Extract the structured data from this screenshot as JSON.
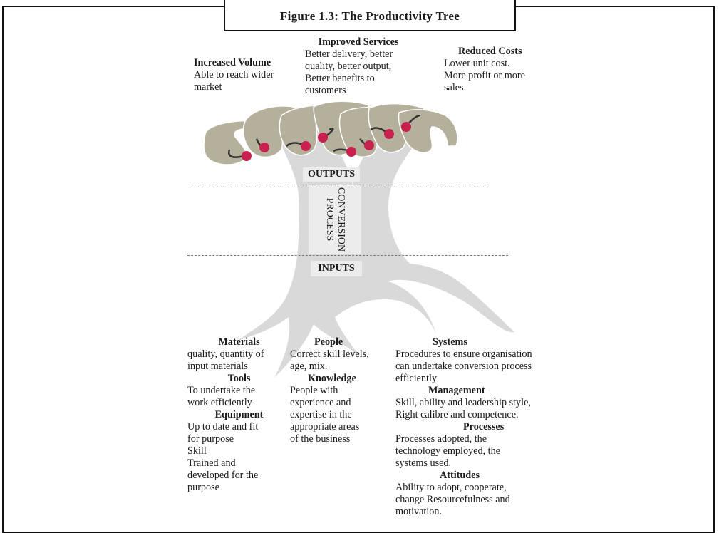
{
  "title": "Figure 1.3: The Productivity Tree",
  "outputs": {
    "increased_volume": {
      "heading": "Increased Volume",
      "lines": [
        "Able to reach wider",
        "market"
      ]
    },
    "improved_services": {
      "heading": "Improved Services",
      "lines": [
        "Better delivery, better",
        "quality, better output,",
        "Better benefits to",
        "customers"
      ]
    },
    "reduced_costs": {
      "heading": "Reduced Costs",
      "lines": [
        "Lower unit cost.",
        "More profit or more",
        "sales."
      ]
    }
  },
  "stages": {
    "outputs": "OUTPUTS",
    "conversion": [
      "CONVERSION",
      "PROCESS"
    ],
    "inputs": "INPUTS"
  },
  "inputs_left": {
    "materials": {
      "heading": "Materials",
      "lines": [
        "quality, quantity of",
        "input materials"
      ]
    },
    "tools": {
      "heading": "Tools",
      "lines": [
        "To undertake the",
        "work efficiently"
      ]
    },
    "equipment": {
      "heading": "Equipment",
      "lines": [
        "Up to date and fit",
        "for purpose",
        "Skill",
        "Trained and",
        "developed for the",
        "purpose"
      ]
    }
  },
  "inputs_middle": {
    "people": {
      "heading": "People",
      "lines": [
        "Correct skill levels,",
        "age, mix."
      ]
    },
    "knowledge": {
      "heading": "Knowledge",
      "lines": [
        "People with",
        "experience and",
        "expertise in the",
        "appropriate areas",
        "of the business"
      ]
    }
  },
  "inputs_right": {
    "systems": {
      "heading": "Systems",
      "lines": [
        "Procedures to ensure organisation",
        "can undertake conversion process",
        "efficiently"
      ]
    },
    "management": {
      "heading": "Management",
      "lines": [
        "Skill, ability and leadership style,",
        "Right calibre and competence."
      ]
    },
    "processes": {
      "heading": "Processes",
      "lines": [
        "Processes adopted, the",
        "technology employed, the",
        "systems used."
      ]
    },
    "attitudes": {
      "heading": "Attitudes",
      "lines": [
        "Ability to adopt, cooperate,",
        "change Resourcefulness and",
        "motivation."
      ]
    }
  },
  "colors": {
    "trunk": "#d9d9d9",
    "leaves": "#b5b09b",
    "fruit": "#c8204f",
    "label_bg": "#ececec"
  }
}
